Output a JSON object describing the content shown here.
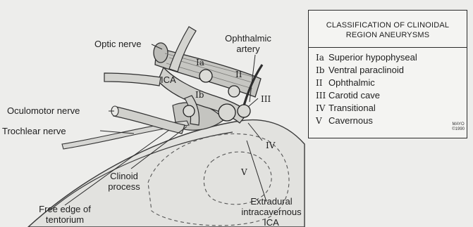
{
  "labels": {
    "optic_nerve": "Optic nerve",
    "ophthalmic_artery_line1": "Ophthalmic",
    "ophthalmic_artery_line2": "artery",
    "ica": "ICA",
    "oculomotor_nerve": "Oculomotor nerve",
    "trochlear_nerve": "Trochlear nerve",
    "clinoid_process_line1": "Clinoid",
    "clinoid_process_line2": "process",
    "free_edge_line1": "Free edge of",
    "free_edge_line2": "tentorium",
    "extradural_line1": "Extradural",
    "extradural_line2": "intracavernous",
    "extradural_line3": "ICA"
  },
  "aneurysm_tags": {
    "Ia": "Ia",
    "Ib": "Ib",
    "II": "II",
    "III": "III",
    "IV": "IV",
    "V": "V"
  },
  "legend": {
    "title_line1": "CLASSIFICATION OF CLINOIDAL",
    "title_line2": "REGION ANEURYSMS",
    "items": [
      {
        "code": "Ia",
        "name": "Superior hypophyseal"
      },
      {
        "code": "Ib",
        "name": "Ventral paraclinoid"
      },
      {
        "code": "II",
        "name": "Ophthalmic"
      },
      {
        "code": "III",
        "name": "Carotid cave"
      },
      {
        "code": "IV",
        "name": "Transitional"
      },
      {
        "code": "V",
        "name": "Cavernous"
      }
    ],
    "stamp_line1": "MAYO",
    "stamp_line2": "©1990"
  },
  "colors": {
    "background": "#ededeb",
    "ink": "#1e1e1e",
    "shading": "#b9b9b6"
  }
}
